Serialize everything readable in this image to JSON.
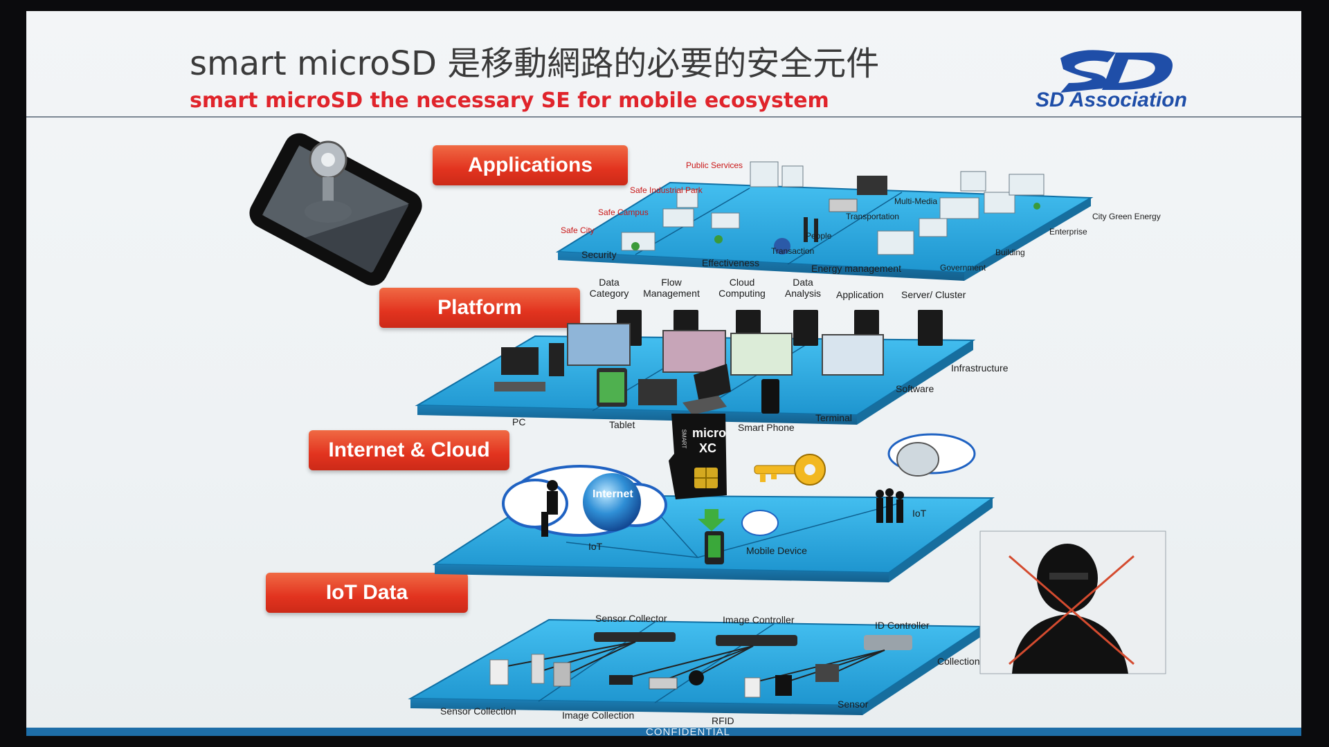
{
  "slide": {
    "title_zh": "smart microSD 是移動網路的必要的安全元件",
    "title_en": "smart microSD the necessary SE for mobile ecosystem",
    "brand": "SD Association",
    "footer": "CONFIDENTIAL"
  },
  "colors": {
    "title_en": "#e0242b",
    "label_red": "#e2331f",
    "layer_blue": "#2aa4d8",
    "brand_blue": "#1f4ea8"
  },
  "layers": {
    "applications": {
      "label": "Applications",
      "sub_labels": [
        "Public Services",
        "Safe Industrial Park",
        "Safe Campus",
        "Safe City",
        "Multi-Media",
        "Transportation",
        "People",
        "Transaction",
        "City Green Energy",
        "Enterprise",
        "Building",
        "Government"
      ],
      "bottom_labels": [
        "Security",
        "Effectiveness",
        "Energy management"
      ]
    },
    "platform": {
      "label": "Platform",
      "top_labels": [
        "Data Category",
        "Flow Management",
        "Cloud Computing",
        "Data Analysis",
        "Application",
        "Server/ Cluster"
      ],
      "side_labels": [
        "Infrastructure",
        "Software"
      ],
      "device_labels": [
        "PC",
        "Tablet",
        "Smart Phone",
        "Terminal"
      ]
    },
    "internet_cloud": {
      "label": "Internet & Cloud",
      "labels": [
        "Internet",
        "IoT",
        "Mobile Device",
        "IoT"
      ],
      "card_text": [
        "micro",
        "XC",
        "SMART"
      ]
    },
    "iot_data": {
      "label": "IoT Data",
      "labels": [
        "Sensor Collector",
        "Image Controller",
        "ID Controller",
        "Collection",
        "Sensor Collection",
        "Image Collection",
        "RFID",
        "Sensor"
      ]
    }
  },
  "icons": [
    "smartphone-key-icon",
    "sd-logo-icon",
    "server-icon",
    "cloud-icon",
    "globe-icon",
    "key-icon",
    "microsd-card-icon",
    "hacker-icon",
    "crossed-out-icon"
  ]
}
